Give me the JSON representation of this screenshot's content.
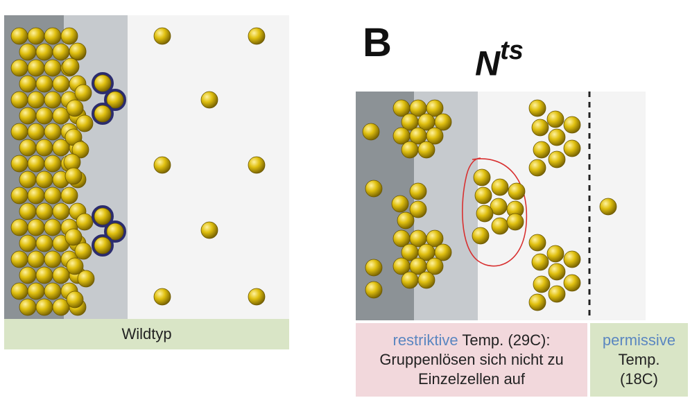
{
  "panel_a": {
    "label": "Wildtyp"
  },
  "panel_b": {
    "letter": "B",
    "title_main": "N",
    "title_sup": "ts",
    "restrictive": {
      "keyword": "restriktive",
      "rest_line1": " Temp. (29C):",
      "line2": "Gruppenlösen sich nicht zu",
      "line3": "Einzelzellen auf"
    },
    "permissive": {
      "keyword": "permissive",
      "line2": "Temp.",
      "line3": "(18C)"
    }
  },
  "colors": {
    "cell_fill": "#c8a800",
    "cell_highlight": "#fff2a0",
    "outline_ring": "#2b2c6e",
    "circle_annotation": "#d83030",
    "dark_strip": "#8c9296",
    "mid_strip": "#c6cace",
    "background_strip": "#f4f4f4",
    "label_green": "#d9e5c6",
    "label_pink": "#f2d8dc",
    "keyword_blue": "#5a86c0"
  }
}
